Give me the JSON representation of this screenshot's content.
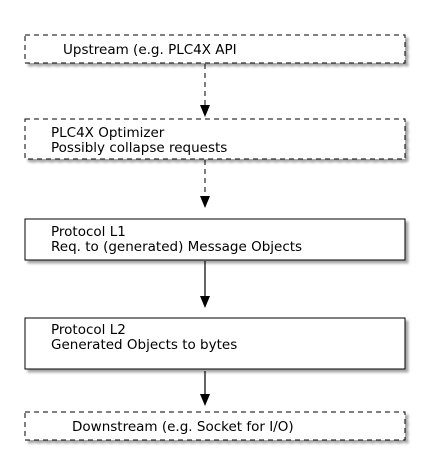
{
  "diagram": {
    "nodes": [
      {
        "id": "upstream",
        "lines": [
          "Upstream (e.g. PLC4X API"
        ],
        "style": "dashed"
      },
      {
        "id": "optimizer",
        "lines": [
          "PLC4X Optimizer",
          "Possibly collapse requests"
        ],
        "style": "dashed"
      },
      {
        "id": "protocol-l1",
        "lines": [
          "Protocol L1",
          "Req. to (generated) Message Objects"
        ],
        "style": "solid"
      },
      {
        "id": "protocol-l2",
        "lines": [
          "Protocol L2",
          "Generated Objects to bytes"
        ],
        "style": "solid"
      },
      {
        "id": "downstream",
        "lines": [
          "Downstream (e.g. Socket for I/O)"
        ],
        "style": "dashed"
      }
    ],
    "edges": [
      {
        "from": "upstream",
        "to": "optimizer",
        "style": "dashed"
      },
      {
        "from": "optimizer",
        "to": "protocol-l1",
        "style": "dashed"
      },
      {
        "from": "protocol-l1",
        "to": "protocol-l2",
        "style": "solid"
      },
      {
        "from": "protocol-l2",
        "to": "downstream",
        "style": "solid"
      }
    ]
  }
}
